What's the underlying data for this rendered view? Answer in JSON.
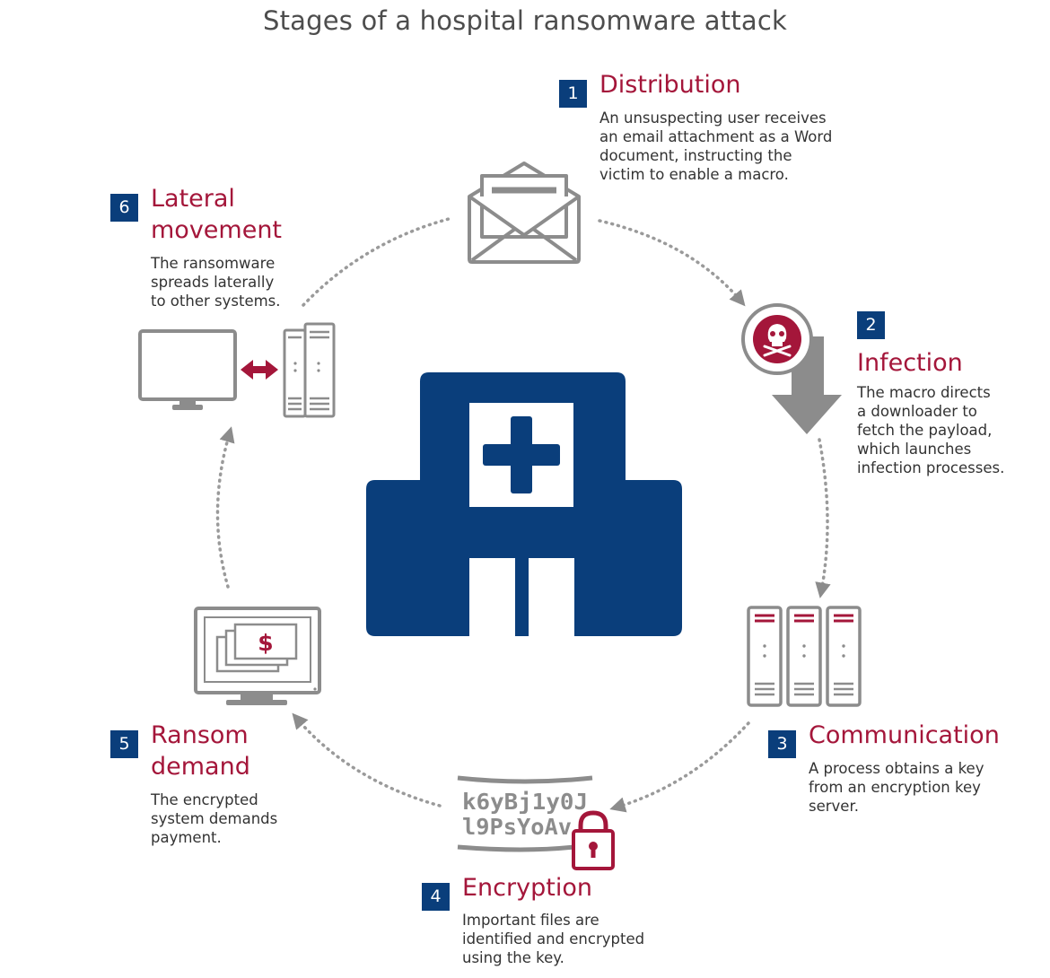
{
  "title": "Stages of a hospital ransomware attack",
  "colors": {
    "navy": "#0a3e7b",
    "crimson": "#a4163a",
    "gray": "#8c8c8c",
    "light_gray": "#c7c7c7"
  },
  "stages": [
    {
      "number": "1",
      "title_lines": [
        "Distribution"
      ],
      "description_lines": [
        "An unsuspecting user receives",
        "an email attachment as a Word",
        "document, instructing the",
        "victim to enable a macro."
      ],
      "icon": "envelope-icon"
    },
    {
      "number": "2",
      "title_lines": [
        "Infection"
      ],
      "description_lines": [
        "The macro directs",
        "a downloader to",
        "fetch the payload,",
        "which launches",
        "infection processes."
      ],
      "icon": "skull-download-icon"
    },
    {
      "number": "3",
      "title_lines": [
        "Communication"
      ],
      "description_lines": [
        "A process obtains a key",
        "from an encryption key",
        "server."
      ],
      "icon": "server-rack-icon"
    },
    {
      "number": "4",
      "title_lines": [
        "Encryption"
      ],
      "description_lines": [
        "Important files are",
        "identified and encrypted",
        "using the key."
      ],
      "icon": "lock-icon",
      "cipher_lines": [
        "k6yBj1y0J",
        "l9PsYoAv"
      ]
    },
    {
      "number": "5",
      "title_lines": [
        "Ransom",
        "demand"
      ],
      "description_lines": [
        "The encrypted",
        "system demands",
        "payment."
      ],
      "icon": "monitor-ransom-icon",
      "symbol": "$"
    },
    {
      "number": "6",
      "title_lines": [
        "Lateral",
        "movement"
      ],
      "description_lines": [
        "The ransomware",
        "spreads laterally",
        "to other systems."
      ],
      "icon": "monitor-server-icon"
    }
  ],
  "center_icon": "hospital-icon"
}
